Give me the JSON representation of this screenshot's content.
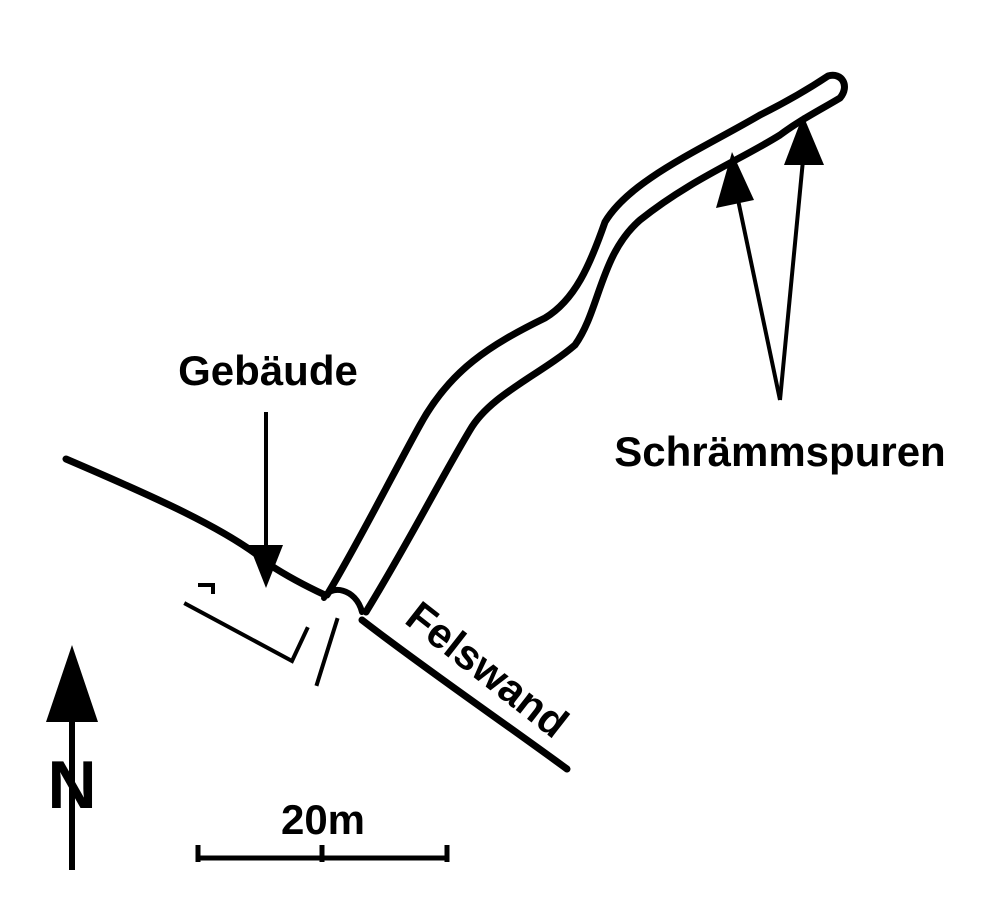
{
  "labels": {
    "building": "Gebäude",
    "traces": "Schrämmspuren",
    "rock_wall": "Felswand",
    "north": "N",
    "scale": "20m"
  },
  "colors": {
    "ink": "#000000",
    "paper": "#ffffff"
  },
  "icons": {
    "north_arrow": "north-arrow-icon"
  }
}
